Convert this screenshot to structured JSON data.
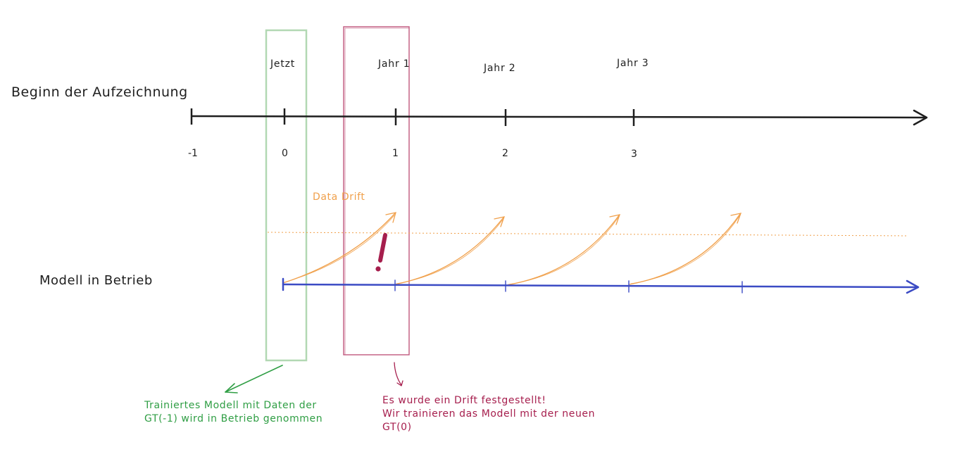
{
  "timeline": {
    "start_label": "Beginn der Aufzeichnung",
    "ticks": [
      "-1",
      "0",
      "1",
      "2",
      "3"
    ],
    "year_labels": [
      "Jetzt",
      "Jahr 1",
      "Jahr 2",
      "Jahr 3"
    ]
  },
  "model_track": {
    "label": "Modell in Betrieb"
  },
  "drift": {
    "label": "Data Drift",
    "alert_mark": "!"
  },
  "notes": {
    "trained": [
      "Trainiertes Modell mit Daten der",
      "GT(-1) wird in Betrieb genommen"
    ],
    "retrain": [
      "Es wurde ein Drift festgestellt!",
      "Wir trainieren das Modell mit der neuen",
      "GT(0)"
    ]
  },
  "colors": {
    "timeline": "#1e1e1e",
    "model_track": "#3b4bc4",
    "drift": "#f0a04b",
    "highlight_now": "#b2d8b3",
    "highlight_drift": "#c0587e",
    "note_trained": "#2f9e44",
    "note_retrain": "#a61e4d",
    "alert": "#a61e4d"
  }
}
